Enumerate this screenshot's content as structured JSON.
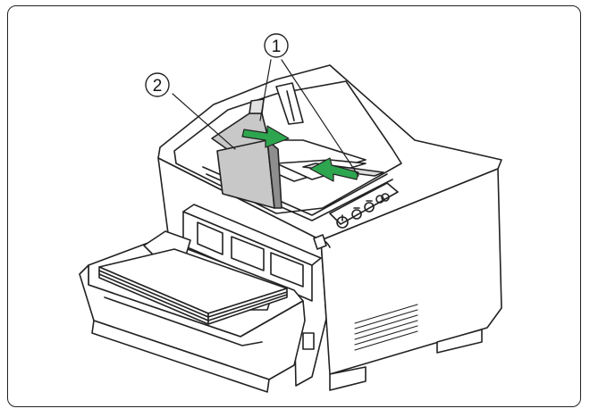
{
  "callouts": [
    {
      "number": "1",
      "target": "document-guides"
    },
    {
      "number": "2",
      "target": "feed-tray-extension"
    }
  ],
  "colors": {
    "arrow": "#2ea64f",
    "outline": "#222222",
    "body": "#ffffff",
    "shade": "#c8c8c8",
    "dark_shade": "#8e8e8e"
  },
  "icons": [
    "power-icon",
    "start-icon",
    "stop-icon",
    "skip-icon"
  ]
}
